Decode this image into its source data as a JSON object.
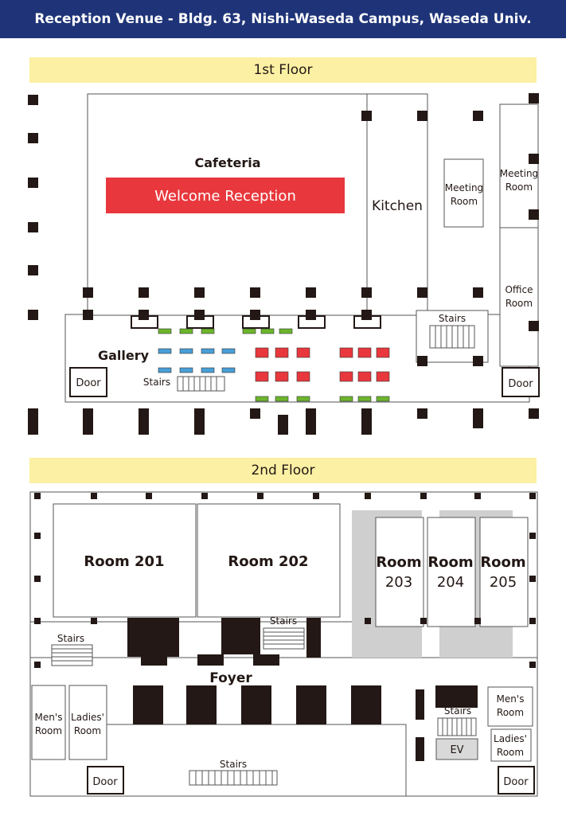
{
  "title": "Reception Venue - Bldg. 63, Nishi-Waseda Campus, Waseda Univ.",
  "floor1": {
    "label": "1st Floor",
    "cafeteria": "Cafeteria",
    "event": "Welcome Reception",
    "kitchen": "Kitchen",
    "meeting1": [
      "Meeting",
      "Room"
    ],
    "meeting2": [
      "Meeting",
      "Room"
    ],
    "office": [
      "Office",
      "Room"
    ],
    "stairs_right": "Stairs",
    "gallery": "Gallery",
    "stairs_gallery": "Stairs",
    "door_left": "Door",
    "door_right": "Door"
  },
  "floor2": {
    "label": "2nd Floor",
    "room201": "Room 201",
    "room202": "Room 202",
    "room203": [
      "Room",
      "203"
    ],
    "room204": [
      "Room",
      "204"
    ],
    "room205": [
      "Room",
      "205"
    ],
    "stairs_center": "Stairs",
    "stairs_left": "Stairs",
    "foyer": "Foyer",
    "mens_left": [
      "Men's",
      "Room"
    ],
    "ladies_left": [
      "Ladies'",
      "Room"
    ],
    "stairs_right": "Stairs",
    "ev": "EV",
    "mens_right": [
      "Men's",
      "Room"
    ],
    "ladies_right": [
      "Ladies'",
      "Room"
    ],
    "stairs_bottom": "Stairs",
    "door_left": "Door",
    "door_right": "Door"
  },
  "colors": {
    "header": "#1f3478",
    "band": "#fbf0a3",
    "event": "#e8383d",
    "seat_green": "#6cb52d",
    "seat_blue": "#4a9fd6",
    "seat_red": "#e8383d",
    "pillar": "#231815"
  }
}
